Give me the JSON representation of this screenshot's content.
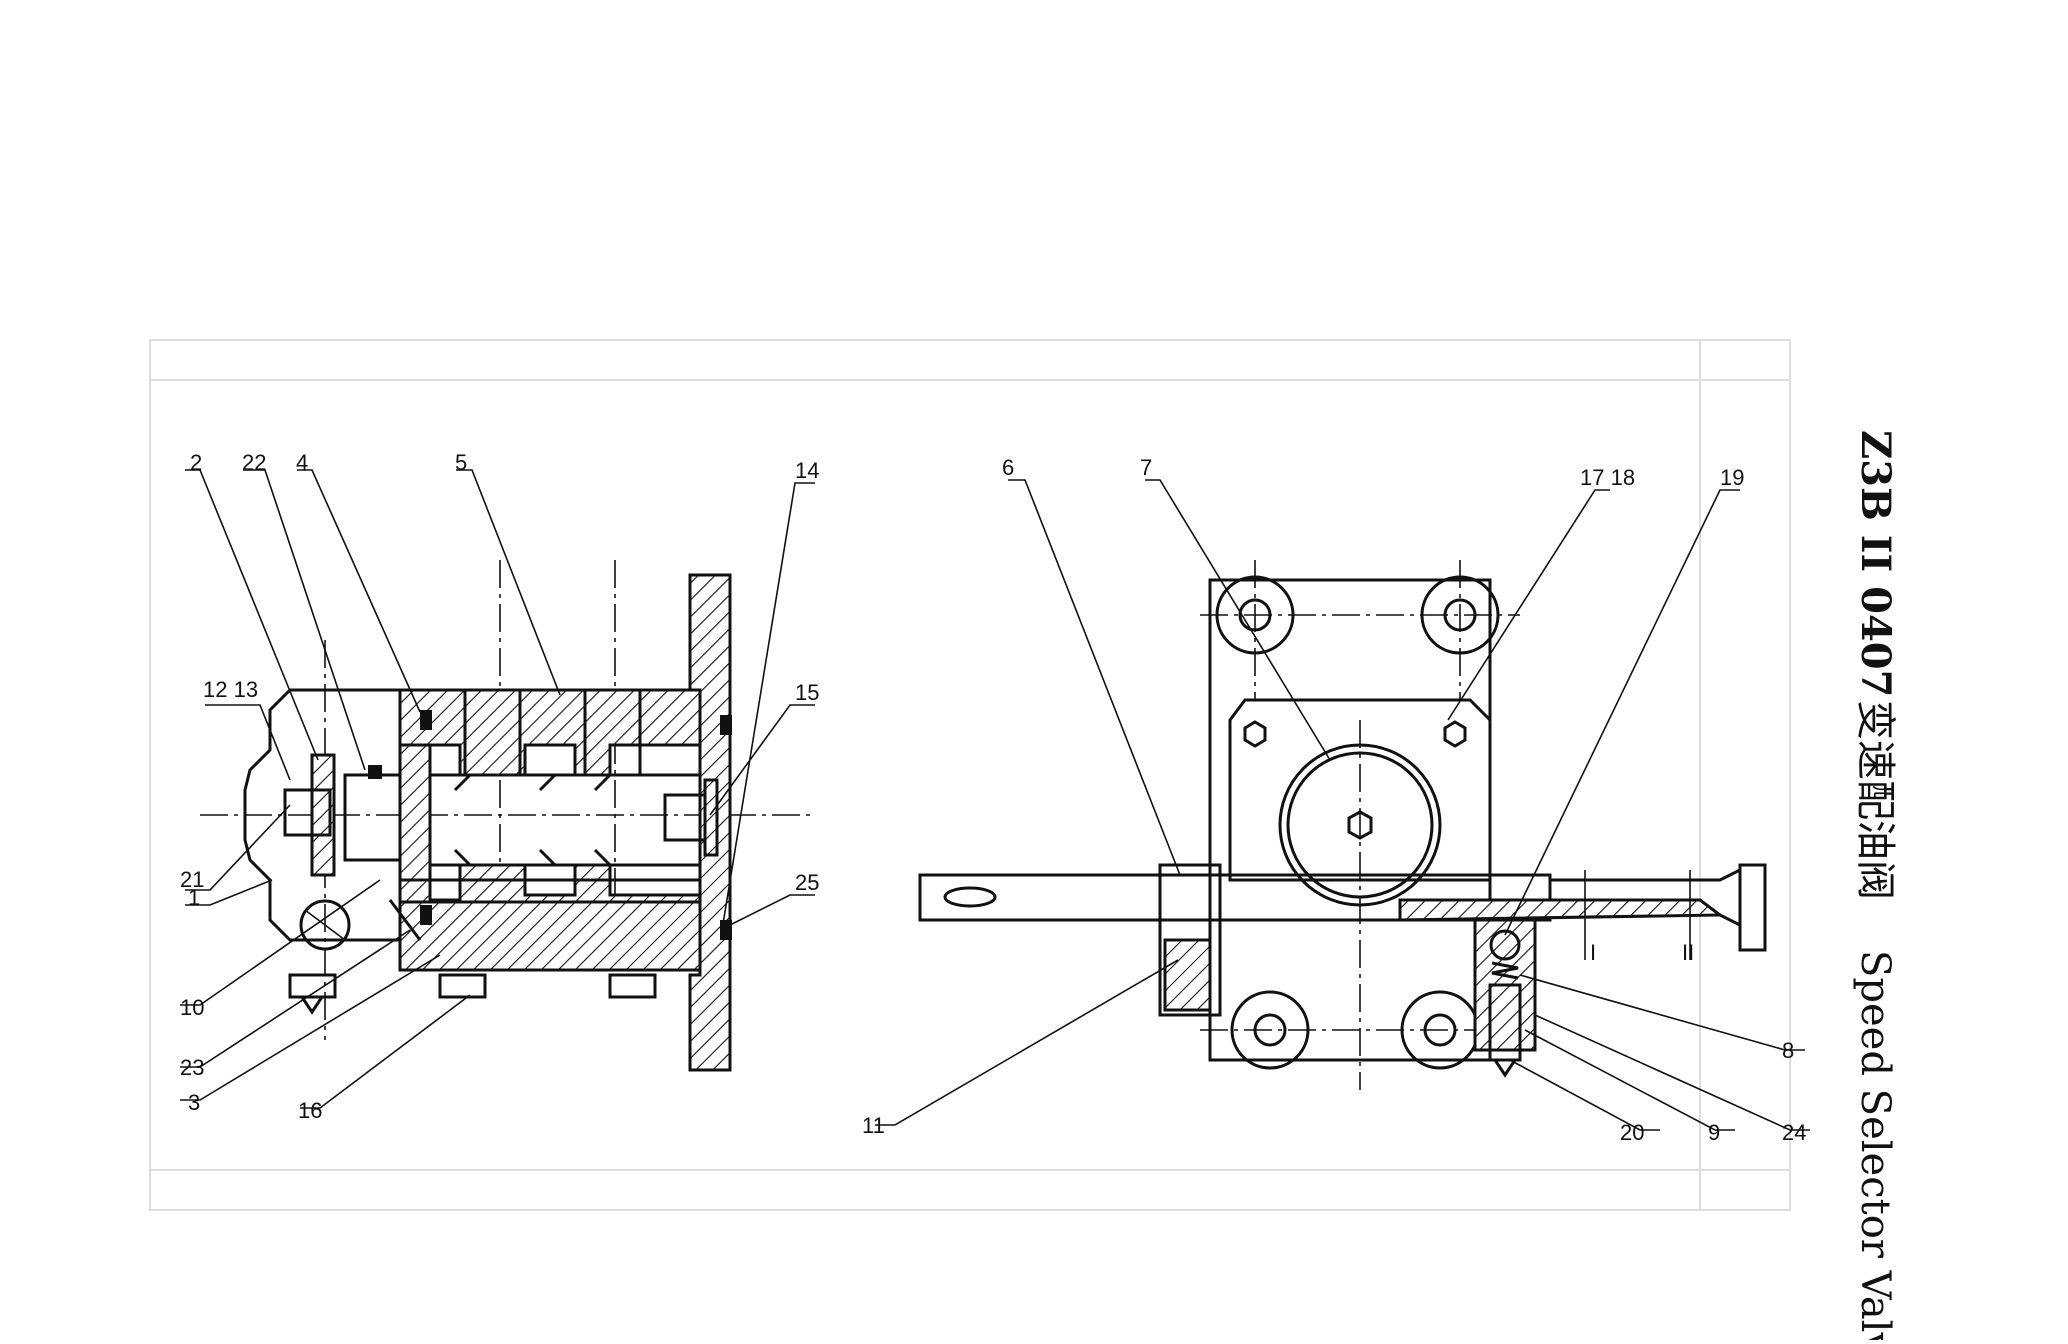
{
  "title": {
    "code": "Z3B II 0407",
    "chinese": "变速配油阀",
    "english": "Speed Selector Valve"
  },
  "callouts": {
    "left": [
      "2",
      "22",
      "4",
      "5",
      "14",
      "12 13",
      "15",
      "21",
      "1",
      "25",
      "10",
      "23",
      "3",
      "16"
    ],
    "right": [
      "6",
      "7",
      "17 18",
      "19",
      "8",
      "11",
      "20",
      "9",
      "24"
    ]
  },
  "section_marks": [
    "I",
    "II"
  ]
}
